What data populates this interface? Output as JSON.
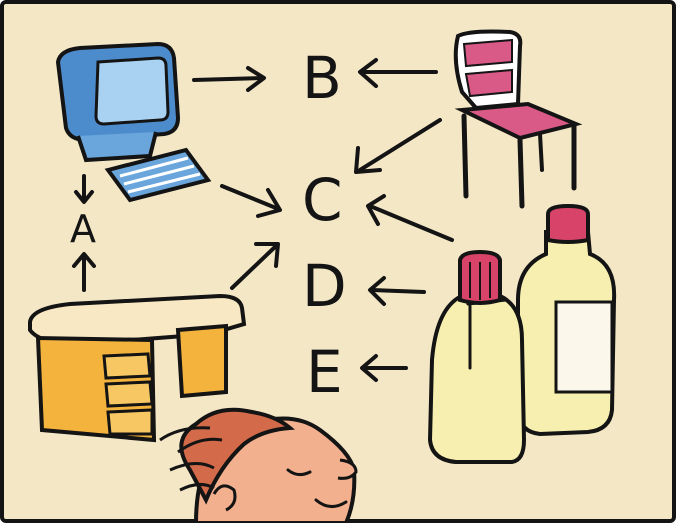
{
  "labels": {
    "a": "A",
    "b": "B",
    "c": "C",
    "d": "D",
    "e": "E"
  },
  "colors": {
    "paper": "#f3e7c6",
    "frame": "#141414",
    "monitor": "#6aa6dc",
    "monitor_screen": "#a9d2f2",
    "chair": "#d95a86",
    "desk": "#f3b33c",
    "desk_top": "#f8e8c3",
    "bottle_body": "#f7efb0",
    "bottle_cap": "#d8436a",
    "bottle_label": "#fbf7ea",
    "hair": "#d36a4a",
    "skin": "#f2b08e"
  },
  "icons": [
    "computer-icon",
    "chair-icon",
    "desk-icon",
    "bottle-icon",
    "person-head-icon"
  ]
}
